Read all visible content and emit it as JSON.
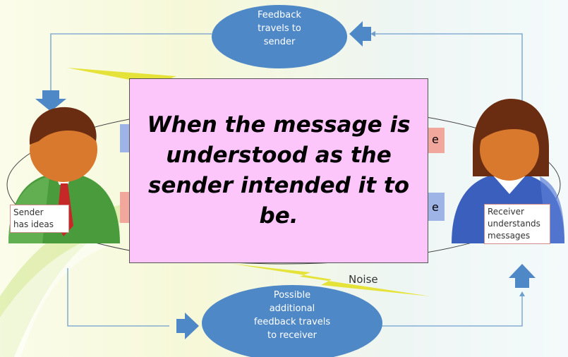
{
  "diagram": {
    "top_oval": {
      "lines": [
        "Feedback",
        "travels to",
        "sender"
      ]
    },
    "bottom_oval": {
      "lines": [
        "Possible",
        "additional",
        "feedback travels",
        "to receiver"
      ]
    },
    "sender_label": {
      "lines": [
        "Sender",
        "has ideas"
      ]
    },
    "receiver_label": {
      "lines": [
        "Receiver",
        "understands",
        "messages"
      ]
    },
    "noise_label": "Noise",
    "peek_right_top": "e",
    "peek_right_bottom": "e"
  },
  "callout": {
    "lines": [
      "When the message is",
      "understood as the",
      "sender intended it to be."
    ],
    "background": "#fcc6fb"
  },
  "colors": {
    "oval": "#4f88c6",
    "arrow": "#4f88c6",
    "line": "#6f9fcf",
    "lightning": "#e5e33a",
    "sender_shirt": "#4a9b3c",
    "receiver_shirt": "#3b5fbd",
    "skin": "#d9792e",
    "hair": "#6b2d12"
  }
}
